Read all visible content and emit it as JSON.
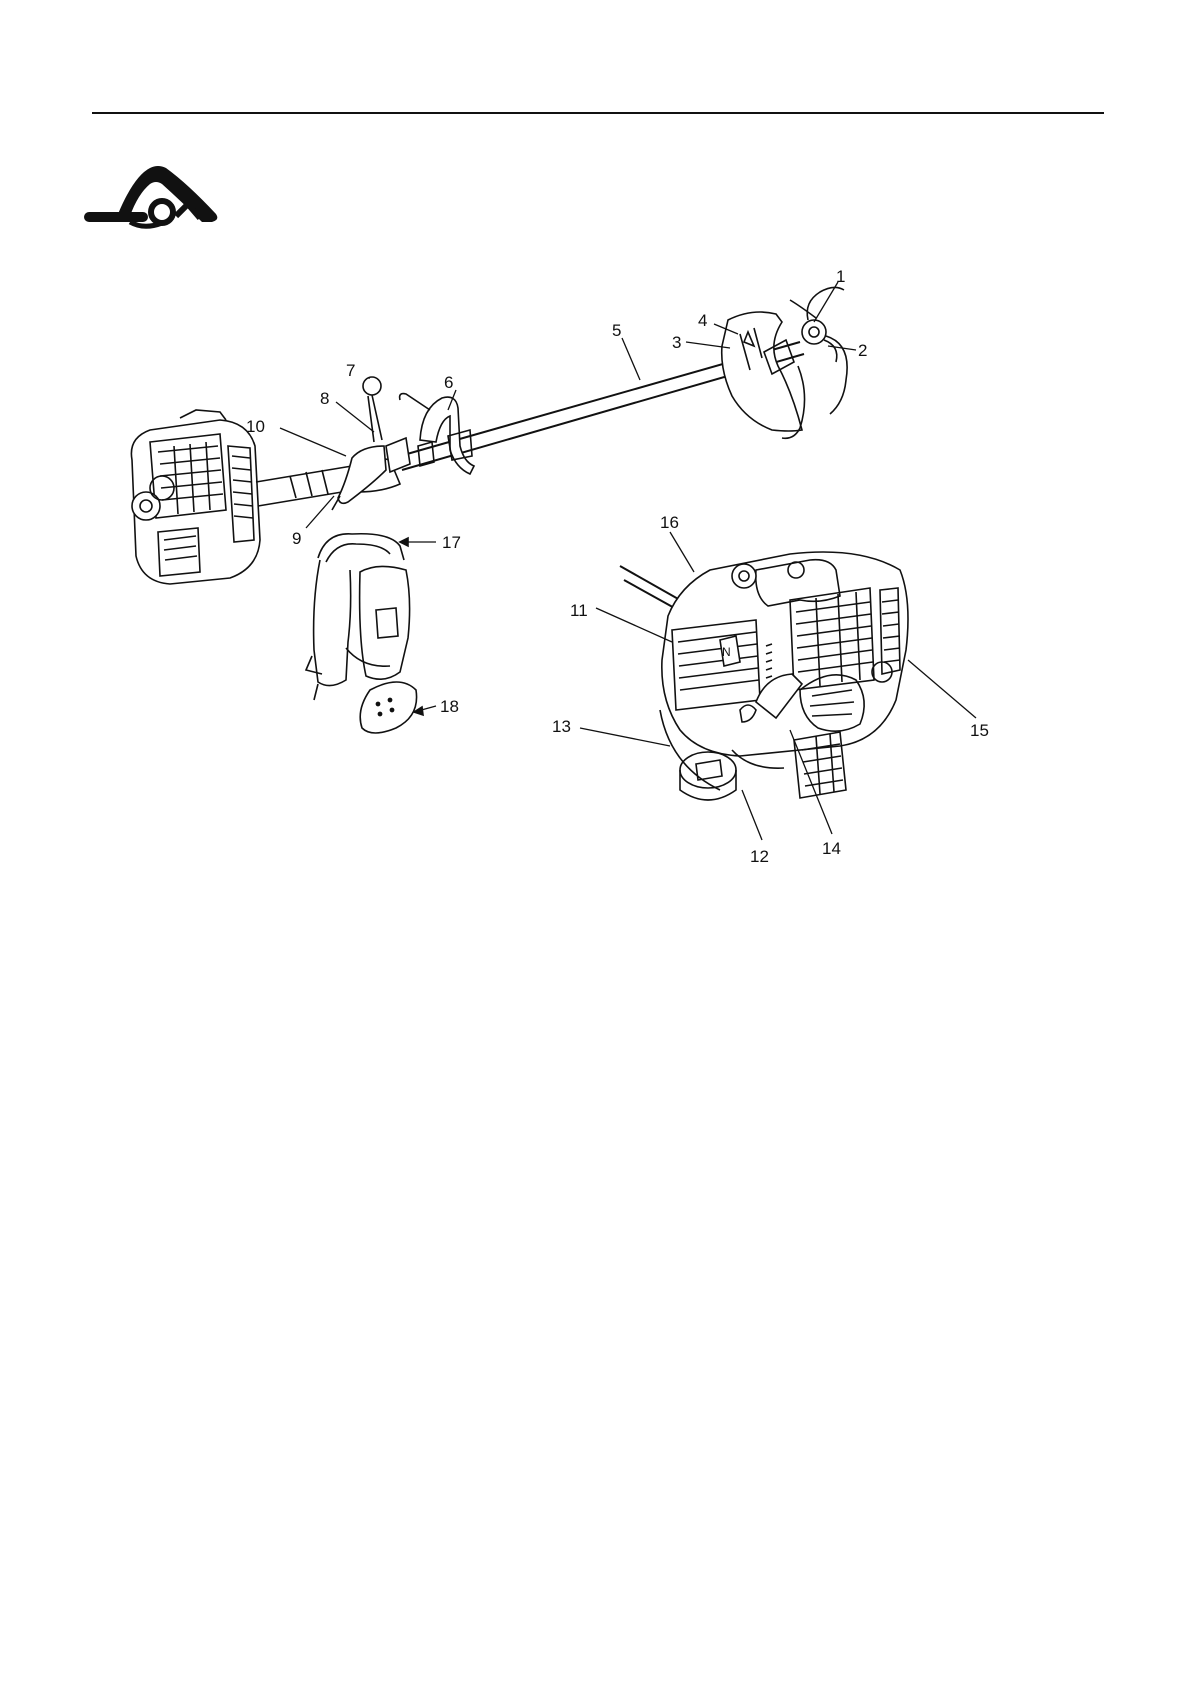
{
  "header": {
    "logo_icon": "trimmer-line-logo-icon"
  },
  "figure": {
    "callouts": {
      "c1": "1",
      "c2": "2",
      "c3": "3",
      "c4": "4",
      "c5": "5",
      "c6": "6",
      "c7": "7",
      "c8": "8",
      "c9": "9",
      "c10": "10",
      "c11": "11",
      "c12": "12",
      "c13": "13",
      "c14": "14",
      "c15": "15",
      "c16": "16",
      "c17": "17",
      "c18": "18"
    }
  }
}
